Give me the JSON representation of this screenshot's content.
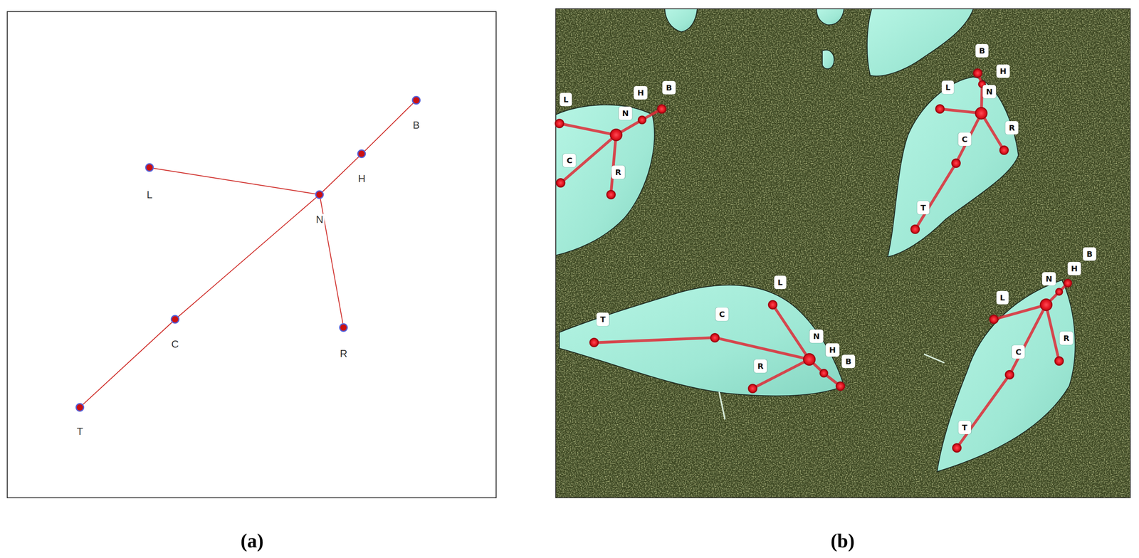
{
  "diagram": {
    "nodes": [
      {
        "text": [
          "B"
        ]
      },
      {
        "text": [
          "H"
        ]
      },
      {
        "text": [
          "L"
        ]
      },
      {
        "text": [
          "N"
        ]
      },
      {
        "text": [
          "C"
        ]
      },
      {
        "text": [
          "R"
        ]
      },
      {
        "text": [
          "T"
        ]
      },
      {
        "text": [
          "B"
        ]
      },
      {
        "text": [
          "H"
        ]
      },
      {
        "text": [
          "L"
        ]
      },
      {
        "text": [
          "N"
        ]
      },
      {
        "text": [
          "C"
        ]
      },
      {
        "text": [
          "R"
        ]
      },
      {
        "text": [
          "B"
        ]
      },
      {
        "text": [
          "H"
        ]
      },
      {
        "text": [
          "L"
        ]
      },
      {
        "text": [
          "N"
        ]
      },
      {
        "text": [
          "R"
        ]
      },
      {
        "text": [
          "C"
        ]
      },
      {
        "text": [
          "T"
        ]
      },
      {
        "text": [
          "L"
        ]
      },
      {
        "text": [
          "T"
        ]
      },
      {
        "text": [
          "C"
        ]
      },
      {
        "text": [
          "N"
        ]
      },
      {
        "text": [
          "H"
        ]
      },
      {
        "text": [
          "B"
        ]
      },
      {
        "text": [
          "R"
        ]
      },
      {
        "text": [
          "B"
        ]
      },
      {
        "text": [
          "H"
        ]
      },
      {
        "text": [
          "N"
        ]
      },
      {
        "text": [
          "L"
        ]
      },
      {
        "text": [
          "R"
        ]
      },
      {
        "text": [
          "C"
        ]
      },
      {
        "text": [
          "T"
        ]
      }
    ],
    "edges": [
      {
        "from": 0,
        "to": 1,
        "arrow": "none"
      },
      {
        "from": 1,
        "to": 3,
        "arrow": "none"
      },
      {
        "from": 2,
        "to": 3,
        "arrow": "none"
      },
      {
        "from": 3,
        "to": 4,
        "arrow": "none"
      },
      {
        "from": 4,
        "to": 6,
        "arrow": "none"
      },
      {
        "from": 3,
        "to": 5,
        "arrow": "none"
      },
      {
        "from": 7,
        "to": 8,
        "arrow": "none"
      },
      {
        "from": 8,
        "to": 10,
        "arrow": "none"
      },
      {
        "from": 9,
        "to": 10,
        "arrow": "none"
      },
      {
        "from": 10,
        "to": 11,
        "arrow": "none"
      },
      {
        "from": 10,
        "to": 12,
        "arrow": "none"
      },
      {
        "from": 13,
        "to": 14,
        "arrow": "none"
      },
      {
        "from": 14,
        "to": 16,
        "arrow": "none"
      },
      {
        "from": 15,
        "to": 16,
        "arrow": "none"
      },
      {
        "from": 16,
        "to": 17,
        "arrow": "none"
      },
      {
        "from": 16,
        "to": 18,
        "arrow": "none"
      },
      {
        "from": 18,
        "to": 19,
        "arrow": "none"
      },
      {
        "from": 21,
        "to": 22,
        "arrow": "none"
      },
      {
        "from": 22,
        "to": 23,
        "arrow": "none"
      },
      {
        "from": 20,
        "to": 23,
        "arrow": "none"
      },
      {
        "from": 23,
        "to": 26,
        "arrow": "none"
      },
      {
        "from": 23,
        "to": 24,
        "arrow": "none"
      },
      {
        "from": 24,
        "to": 25,
        "arrow": "none"
      },
      {
        "from": 27,
        "to": 28,
        "arrow": "none"
      },
      {
        "from": 28,
        "to": 29,
        "arrow": "none"
      },
      {
        "from": 30,
        "to": 29,
        "arrow": "none"
      },
      {
        "from": 29,
        "to": 31,
        "arrow": "none"
      },
      {
        "from": 29,
        "to": 32,
        "arrow": "none"
      },
      {
        "from": 32,
        "to": 33,
        "arrow": "none"
      }
    ],
    "labels": [
      "(a)",
      "(b)"
    ]
  }
}
